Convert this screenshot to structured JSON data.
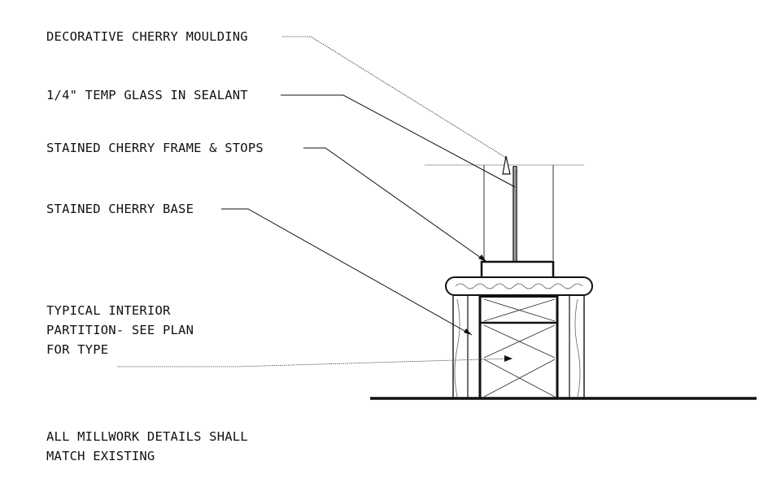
{
  "callouts": {
    "moulding": "DECORATIVE CHERRY MOULDING",
    "glass": "1/4\" TEMP GLASS IN SEALANT",
    "frame": "STAINED CHERRY FRAME & STOPS",
    "base": "STAINED CHERRY BASE",
    "partition": {
      "line1": "TYPICAL INTERIOR",
      "line2": "PARTITION- SEE PLAN",
      "line3": "FOR TYPE"
    }
  },
  "general_note": {
    "line1": "ALL MILLWORK DETAILS SHALL",
    "line2": "MATCH EXISTING"
  },
  "colors": {
    "ink": "#111111",
    "faint": "#8a8a8a"
  }
}
